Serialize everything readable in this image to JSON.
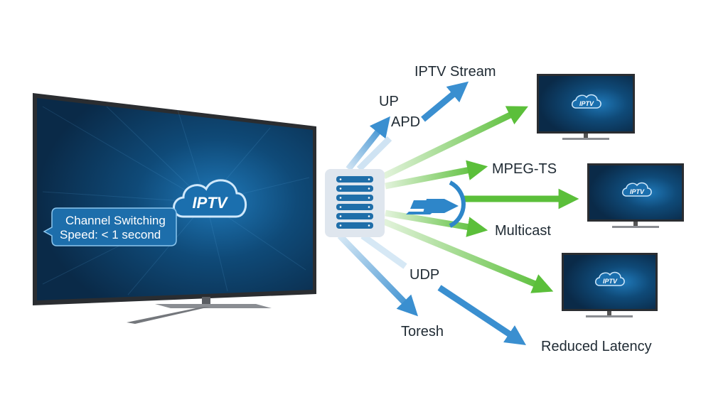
{
  "main_tv": {
    "cloud_label": "IPTV",
    "callout": {
      "line1": "Channel Switching",
      "line2": "Speed: < 1 second"
    }
  },
  "labels": {
    "iptv_stream": "IPTV Stream",
    "up": "UP",
    "apd": "APD",
    "mpeg_ts": "MPEG-TS",
    "multicast": "Multicast",
    "udp": "UDP",
    "toresh": "Toresh",
    "reduced_latency": "Reduced Latency"
  },
  "small_tvs": [
    {
      "cloud_label": "IPTV"
    },
    {
      "cloud_label": "IPTV"
    },
    {
      "cloud_label": "IPTV"
    }
  ],
  "colors": {
    "blue_arrow": "#3a8fd0",
    "green_arrow": "#5bbf3a",
    "screen": "#0d3a5e",
    "accent": "#2e86c9"
  },
  "icons": {
    "server": "server-rack-icon",
    "cloud": "cloud-icon",
    "speed": "fast-forward-arrow-icon"
  }
}
